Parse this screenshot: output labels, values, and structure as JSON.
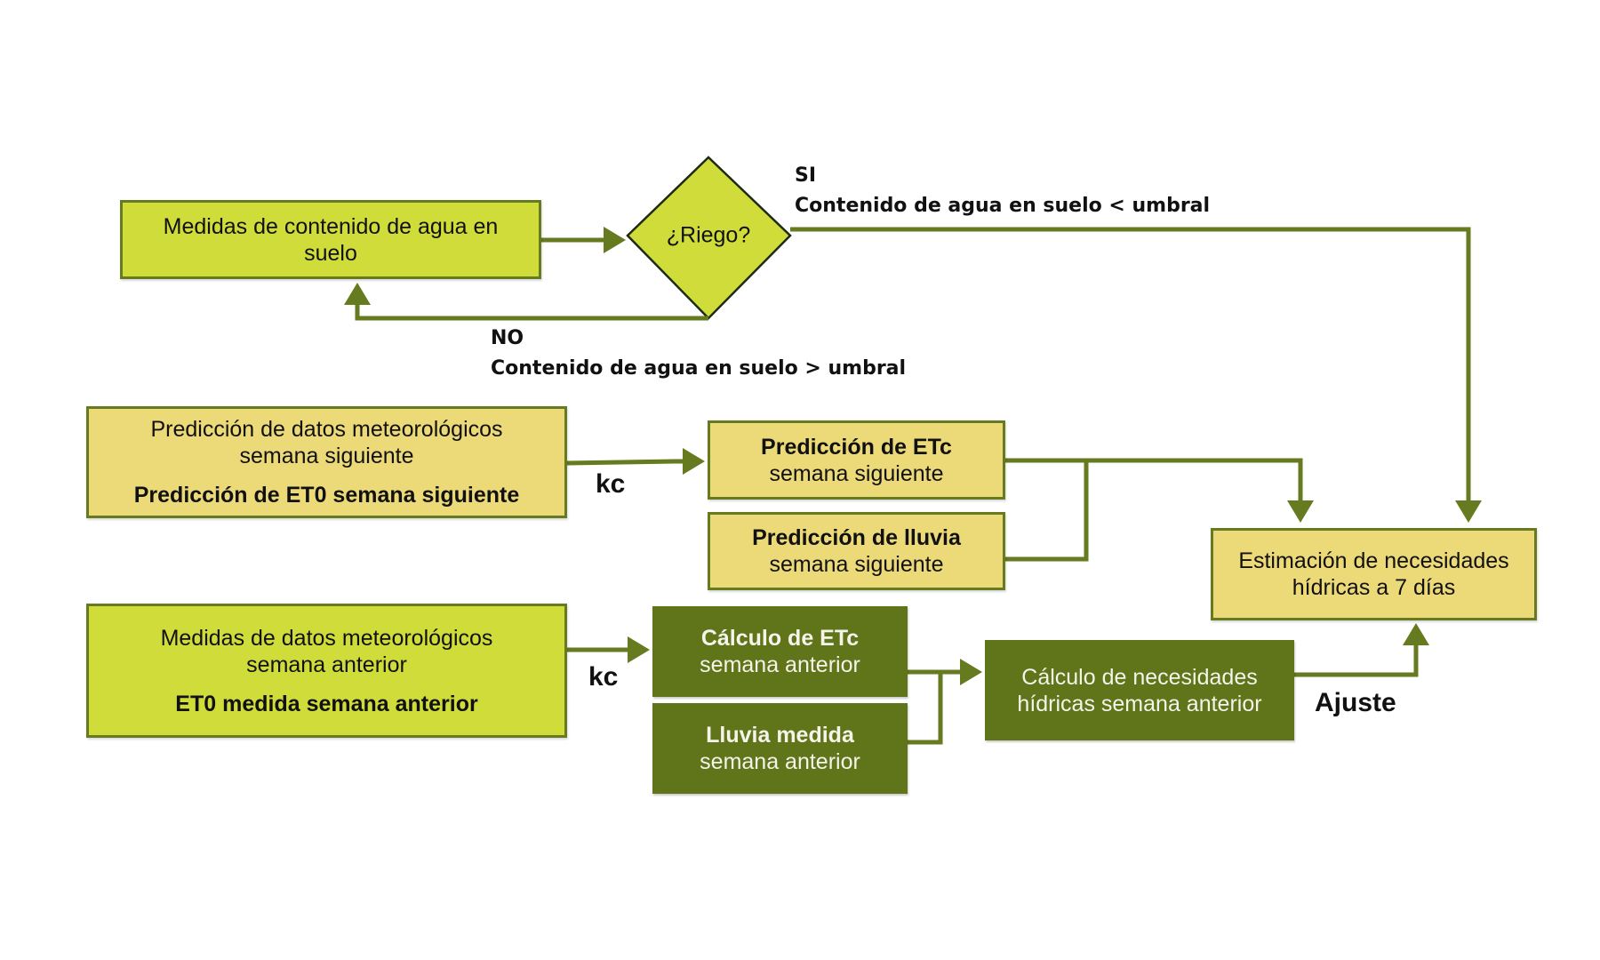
{
  "diagram": {
    "nodes": {
      "soil_measure": {
        "lines": [
          "Medidas de contenido de agua en",
          "suelo"
        ]
      },
      "decision": {
        "label": "¿Riego?"
      },
      "forecast_weather": {
        "line1": "Predicción de datos meteorológicos",
        "line2": "semana siguiente",
        "bold": "Predicción de ET0 semana siguiente"
      },
      "forecast_etc": {
        "bold": "Predicción de ETc",
        "sub": "semana siguiente"
      },
      "forecast_rain": {
        "bold": "Predicción de lluvia",
        "sub": "semana siguiente"
      },
      "estimate": {
        "lines": [
          "Estimación de necesidades",
          "hídricas a 7 días"
        ]
      },
      "measured_weather": {
        "line1": "Medidas de datos meteorológicos",
        "line2": "semana anterior",
        "bold": "ET0 medida semana anterior"
      },
      "calc_etc": {
        "bold": "Cálculo de ETc",
        "sub": "semana anterior"
      },
      "measured_rain": {
        "bold": "Lluvia medida",
        "sub": "semana anterior"
      },
      "calc_needs": {
        "lines": [
          "Cálculo de necesidades",
          "hídricas semana anterior"
        ]
      }
    },
    "edge_labels": {
      "yes": {
        "title": "SI",
        "condition": "Contenido de agua en suelo < umbral"
      },
      "no": {
        "title": "NO",
        "condition": "Contenido de agua en suelo > umbral"
      },
      "kc_forecast": "kc",
      "kc_measured": "kc",
      "adjust": "Ajuste"
    },
    "colors": {
      "lime": "#cfdc3a",
      "sand": "#ecd978",
      "dark_green": "#607419",
      "line": "#667a20"
    }
  }
}
